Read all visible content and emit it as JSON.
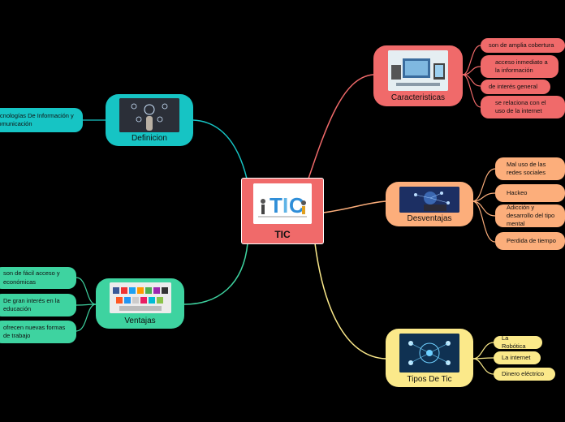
{
  "center": {
    "label": "TIC"
  },
  "branches": {
    "caracteristicas": {
      "label": "Caracteristicas",
      "image": "tic-devices-image",
      "color": "#f06a6a",
      "items": [
        "son de amplia cobertura",
        "acceso inmediato a la información",
        "de interés general",
        "se relaciona con el uso de la internet"
      ]
    },
    "desventajas": {
      "label": "Desventajas",
      "image": "networking-hands-image",
      "color": "#fcae7b",
      "items": [
        "Mal uso de las redes sociales",
        "Hackeo",
        "Adicción y desarrollo del tipo mental",
        "Perdida de tiempo"
      ]
    },
    "tipos": {
      "label": "Tipos De Tic",
      "image": "tech-network-image",
      "color": "#fbe98a",
      "items": [
        "La Robótica",
        "La internet",
        "Dinero eléctrico"
      ]
    },
    "definicion": {
      "label": "Definicion",
      "image": "touch-network-image",
      "color": "#16c4c4",
      "items": [
        "Tecnologías De Información y Comunicación"
      ]
    },
    "ventajas": {
      "label": "Ventajas",
      "image": "keyboard-icons-image",
      "color": "#3ed3a0",
      "items": [
        "son de fácil acceso y económicas",
        "De gran interés en la educación",
        "ofrecen nuevas formas de trabajo"
      ]
    }
  }
}
